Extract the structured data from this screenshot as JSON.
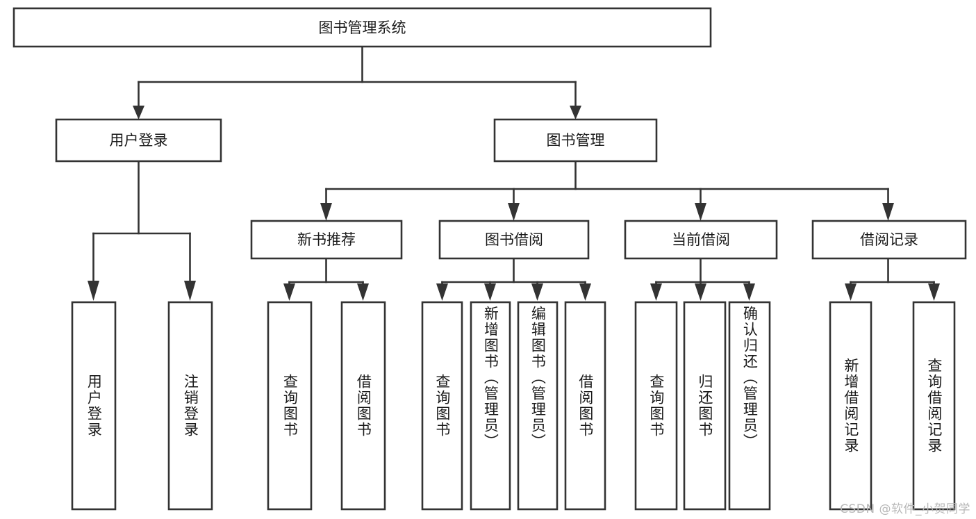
{
  "diagram": {
    "type": "tree",
    "title": "图书管理系统",
    "watermark": "CSDN @软件_小贺同学",
    "colors": {
      "box_stroke": "#333333",
      "box_fill": "#ffffff",
      "text": "#1a1a1a",
      "connector": "#333333",
      "watermark": "#b8b8b8",
      "background": "#ffffff"
    },
    "root": {
      "label": "图书管理系统"
    },
    "level2": [
      {
        "label": "用户登录"
      },
      {
        "label": "图书管理"
      }
    ],
    "level3": [
      {
        "label": "新书推荐"
      },
      {
        "label": "图书借阅"
      },
      {
        "label": "当前借阅"
      },
      {
        "label": "借阅记录"
      }
    ],
    "leaves": {
      "user_login": [
        {
          "label": "用户登录"
        },
        {
          "label": "注销登录"
        }
      ],
      "new_book_recommend": [
        {
          "label": "查询图书"
        },
        {
          "label": "借阅图书"
        }
      ],
      "book_borrow": [
        {
          "label": "查询图书"
        },
        {
          "label": "新增图书（管理员）"
        },
        {
          "label": "编辑图书（管理员）"
        },
        {
          "label": "借阅图书"
        }
      ],
      "current_borrow": [
        {
          "label": "查询图书"
        },
        {
          "label": "归还图书"
        },
        {
          "label": "确认归还（管理员）"
        }
      ],
      "borrow_record": [
        {
          "label": "新增借阅记录"
        },
        {
          "label": "查询借阅记录"
        }
      ]
    }
  }
}
